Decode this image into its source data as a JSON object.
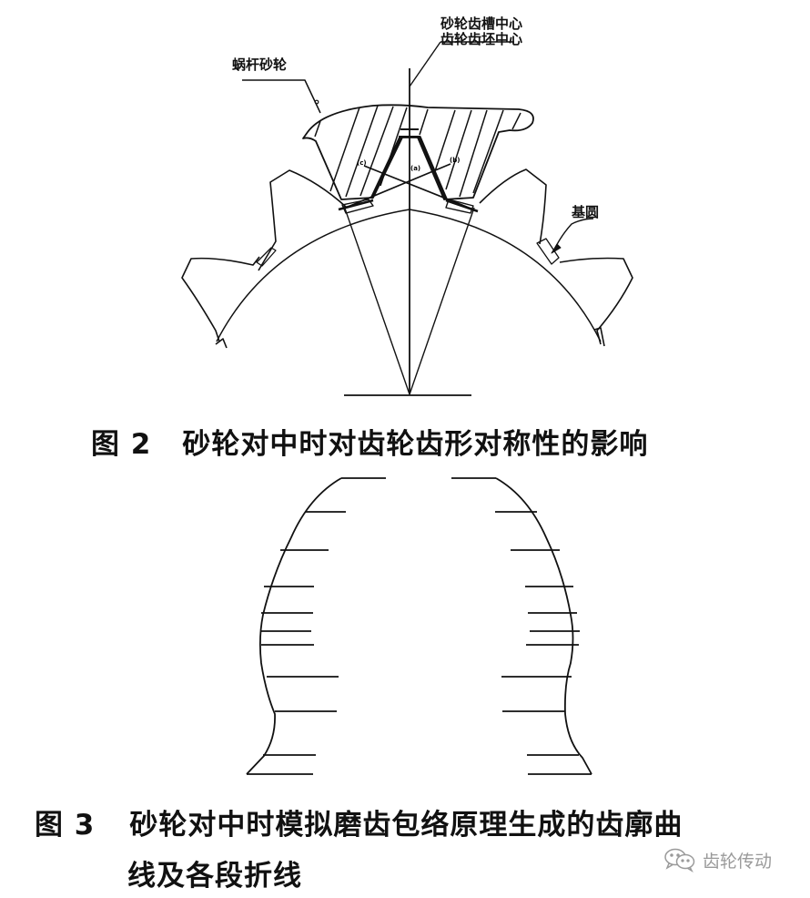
{
  "figure2": {
    "labels": {
      "worm_wheel": "蜗杆砂轮",
      "wheel_groove_center": "砂轮齿槽中心",
      "gear_space_center": "齿轮齿坯中心",
      "base_circle": "基圆"
    },
    "inner_marks": [
      "(c)",
      "(a)",
      "(b)"
    ],
    "caption": {
      "number": "图 2",
      "text": "砂轮对中时对齿轮齿形对称性的影响"
    }
  },
  "figure3": {
    "caption": {
      "number": "图 3",
      "line1": "砂轮对中时模拟磨齿包络原理生成的齿廓曲",
      "line2": "线及各段折线"
    },
    "segment_count_per_side": 12
  },
  "watermark": {
    "icon": "wechat-icon",
    "text": "齿轮传动"
  },
  "colors": {
    "line": "#111111",
    "background": "#ffffff",
    "watermark": "#9a9a9a"
  }
}
